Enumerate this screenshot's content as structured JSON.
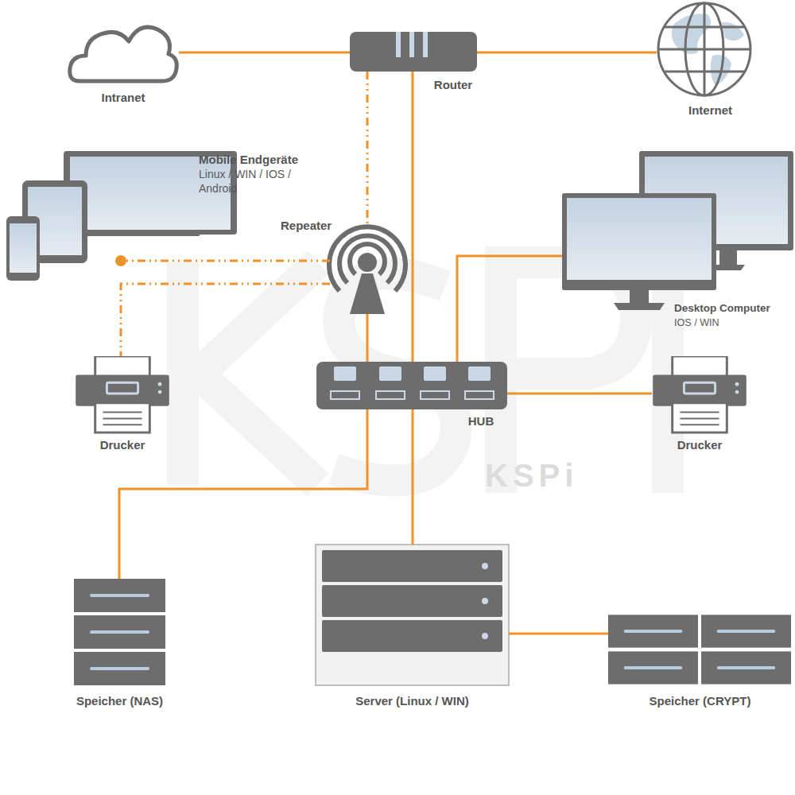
{
  "diagram": {
    "nodes": [
      {
        "text": [
          "Intranet"
        ]
      },
      {
        "text": [
          "Router"
        ]
      },
      {
        "text": [
          "Internet"
        ]
      },
      {
        "text": [
          "Mobile Endgeräte",
          "Linux / WIN / IOS / Android"
        ]
      },
      {
        "text": [
          "Repeater"
        ]
      },
      {
        "text": [
          "Desktop Computer",
          "IOS / WIN"
        ]
      },
      {
        "text": [
          "Drucker"
        ]
      },
      {
        "text": [
          "HUB"
        ]
      },
      {
        "text": [
          "Drucker"
        ]
      },
      {
        "text": [
          "Speicher (NAS)"
        ]
      },
      {
        "text": [
          "Server (Linux / WIN)"
        ]
      },
      {
        "text": [
          "Speicher (CRYPT)"
        ]
      }
    ],
    "edges": [
      {
        "from": 0,
        "to": 1,
        "arrow": "none"
      },
      {
        "from": 1,
        "to": 2,
        "arrow": "none"
      },
      {
        "from": 1,
        "to": 4,
        "arrow": "none"
      },
      {
        "from": 4,
        "to": 3,
        "arrow": "none"
      },
      {
        "from": 4,
        "to": 6,
        "arrow": "none"
      },
      {
        "from": 4,
        "to": 7,
        "arrow": "none"
      },
      {
        "from": 1,
        "to": 7,
        "arrow": "none"
      },
      {
        "from": 7,
        "to": 5,
        "arrow": "none"
      },
      {
        "from": 7,
        "to": 8,
        "arrow": "none"
      },
      {
        "from": 7,
        "to": 9,
        "arrow": "none"
      },
      {
        "from": 7,
        "to": 10,
        "arrow": "none"
      },
      {
        "from": 10,
        "to": 11,
        "arrow": "none"
      }
    ],
    "labels": [
      "KSPi"
    ]
  }
}
